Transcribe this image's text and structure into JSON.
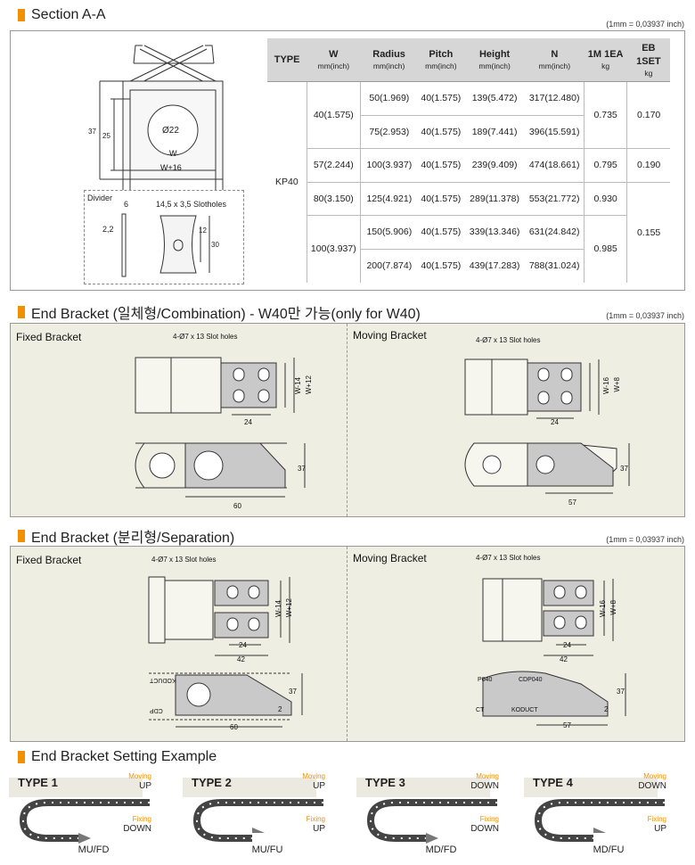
{
  "unit_note": "(1mm = 0,03937 inch)",
  "sections": {
    "section_a": "Section A-A",
    "end_comb": "End Bracket (일체형/Combination) - W40만 가능(only for W40)",
    "end_sep": "End Bracket (분리형/Separation)",
    "setting": "End Bracket Setting Example"
  },
  "section_a_drawing": {
    "dim_37": "37",
    "dim_25": "25",
    "dim_d22": "Ø22",
    "dim_w": "W",
    "dim_w16": "W+16"
  },
  "divider": {
    "label": "Divider",
    "dim_6": "6",
    "dim_22": "2,2",
    "slot": "14,5 x 3,5 Slotholes",
    "dim_12": "12",
    "dim_30": "30"
  },
  "table": {
    "headers": [
      {
        "name": "TYPE",
        "unit": ""
      },
      {
        "name": "W",
        "unit": "mm(inch)"
      },
      {
        "name": "Radius",
        "unit": "mm(inch)"
      },
      {
        "name": "Pitch",
        "unit": "mm(inch)"
      },
      {
        "name": "Height",
        "unit": "mm(inch)"
      },
      {
        "name": "N",
        "unit": "mm(inch)"
      },
      {
        "name": "1M 1EA",
        "unit": "kg"
      },
      {
        "name": "EB 1SET",
        "unit": "kg"
      }
    ],
    "type": "KP40",
    "w": [
      "40(1.575)",
      "57(2.244)",
      "80(3.150)",
      "100(3.937)"
    ],
    "rows": [
      {
        "radius": "50(1.969)",
        "pitch": "40(1.575)",
        "height": "139(5.472)",
        "n": "317(12.480)"
      },
      {
        "radius": "75(2.953)",
        "pitch": "40(1.575)",
        "height": "189(7.441)",
        "n": "396(15.591)"
      },
      {
        "radius": "100(3.937)",
        "pitch": "40(1.575)",
        "height": "239(9.409)",
        "n": "474(18.661)"
      },
      {
        "radius": "125(4.921)",
        "pitch": "40(1.575)",
        "height": "289(11.378)",
        "n": "553(21.772)"
      },
      {
        "radius": "150(5.906)",
        "pitch": "40(1.575)",
        "height": "339(13.346)",
        "n": "631(24.842)"
      },
      {
        "radius": "200(7.874)",
        "pitch": "40(1.575)",
        "height": "439(17.283)",
        "n": "788(31.024)"
      }
    ],
    "m1": [
      "0.735",
      "0.795",
      "0.930",
      "0.985"
    ],
    "eb": [
      "0.170",
      "0.190",
      "0.155"
    ]
  },
  "comb": {
    "fixed_title": "Fixed Bracket",
    "moving_title": "Moving Bracket",
    "fixed_slot": "4-Ø7 x 13 Slot holes",
    "moving_slot": "4-Ø7 x 13 Slot holes",
    "fixed_w14": "W-14",
    "fixed_w12": "W+12",
    "fixed_24": "24",
    "fixed_37": "37",
    "fixed_60": "60",
    "moving_w16": "W-16",
    "moving_w8": "W+8",
    "moving_24": "24",
    "moving_37": "37",
    "moving_57": "57"
  },
  "sep": {
    "fixed_title": "Fixed Bracket",
    "moving_title": "Moving Bracket",
    "fixed_slot": "4-Ø7 x 13 Slot holes",
    "moving_slot": "4-Ø7 x 13 Slot holes",
    "fixed_w14": "W-14",
    "fixed_w12": "W+12",
    "fixed_24": "24",
    "fixed_42": "42",
    "fixed_37": "37",
    "fixed_2": "2",
    "fixed_60": "60",
    "fixed_koduct": "KODUCT",
    "fixed_cdp": "CDP",
    "moving_w16": "W-16",
    "moving_w8": "W+8",
    "moving_24": "24",
    "moving_42": "42",
    "moving_37": "37",
    "moving_2": "2",
    "moving_57": "57",
    "moving_p040": "P040",
    "moving_cdp040": "CDP040",
    "moving_ct": "CT",
    "moving_koduct": "KODUCT"
  },
  "examples": [
    {
      "type": "TYPE 1",
      "moving_label": "Moving",
      "moving": "UP",
      "fixing_label": "Fixing",
      "fixing": "DOWN",
      "caption": "MU/FD"
    },
    {
      "type": "TYPE 2",
      "moving_label": "Moving",
      "moving": "UP",
      "fixing_label": "Fixing",
      "fixing": "UP",
      "caption": "MU/FU"
    },
    {
      "type": "TYPE 3",
      "moving_label": "Moving",
      "moving": "DOWN",
      "fixing_label": "Fixing",
      "fixing": "DOWN",
      "caption": "MD/FD"
    },
    {
      "type": "TYPE 4",
      "moving_label": "Moving",
      "moving": "DOWN",
      "fixing_label": "Fixing",
      "fixing": "UP",
      "caption": "MD/FU"
    }
  ]
}
